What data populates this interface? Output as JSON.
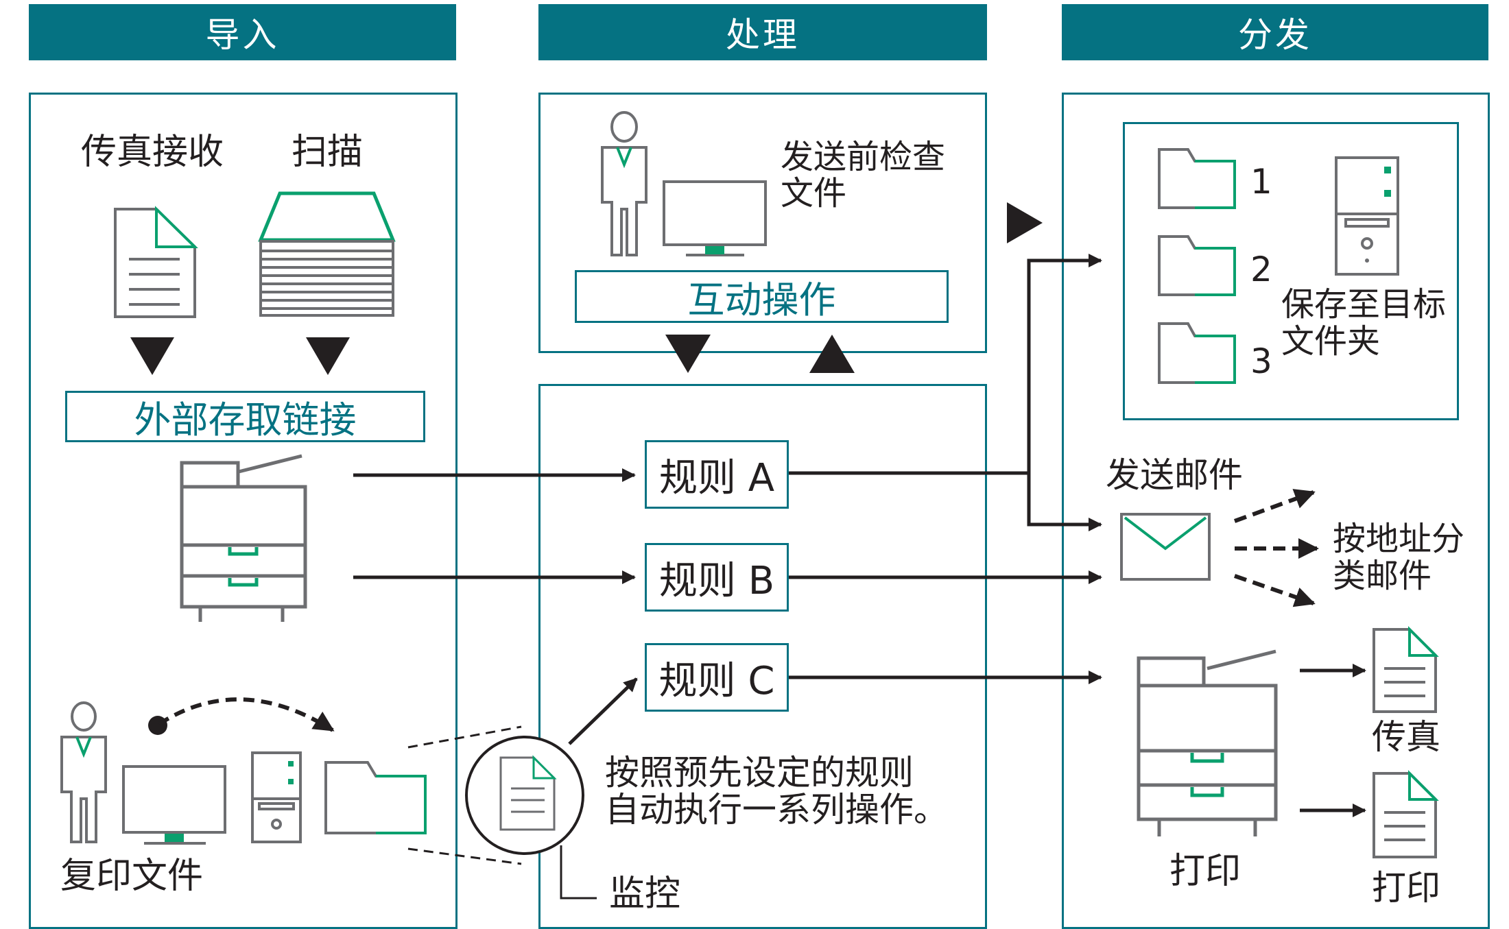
{
  "headers": {
    "import": "导入",
    "process": "处理",
    "distribute": "分发"
  },
  "import": {
    "fax_receive": "传真接收",
    "scan": "扫描",
    "external_access_link": "外部存取链接",
    "copy_file": "复印文件"
  },
  "process": {
    "check_before_send_line1": "发送前检查",
    "check_before_send_line2": "文件",
    "interactive_operation": "互动操作",
    "rules": [
      "规则 A",
      "规则 B",
      "规则 C"
    ],
    "auto_desc_line1": "按照预先设定的规则",
    "auto_desc_line2": "自动执行一系列操作。",
    "monitor": "监控"
  },
  "distribute": {
    "folder_numbers": [
      "1",
      "2",
      "3"
    ],
    "save_folder_line1": "保存至目标",
    "save_folder_line2": "文件夹",
    "send_mail": "发送邮件",
    "sort_mail_line1": "按地址分",
    "sort_mail_line2": "类邮件",
    "fax": "传真",
    "print_device": "打印",
    "print_doc": "打印"
  },
  "colors": {
    "teal": "#057282",
    "green": "#0aa06e",
    "gray": "#6d6e71",
    "black": "#231f20"
  }
}
